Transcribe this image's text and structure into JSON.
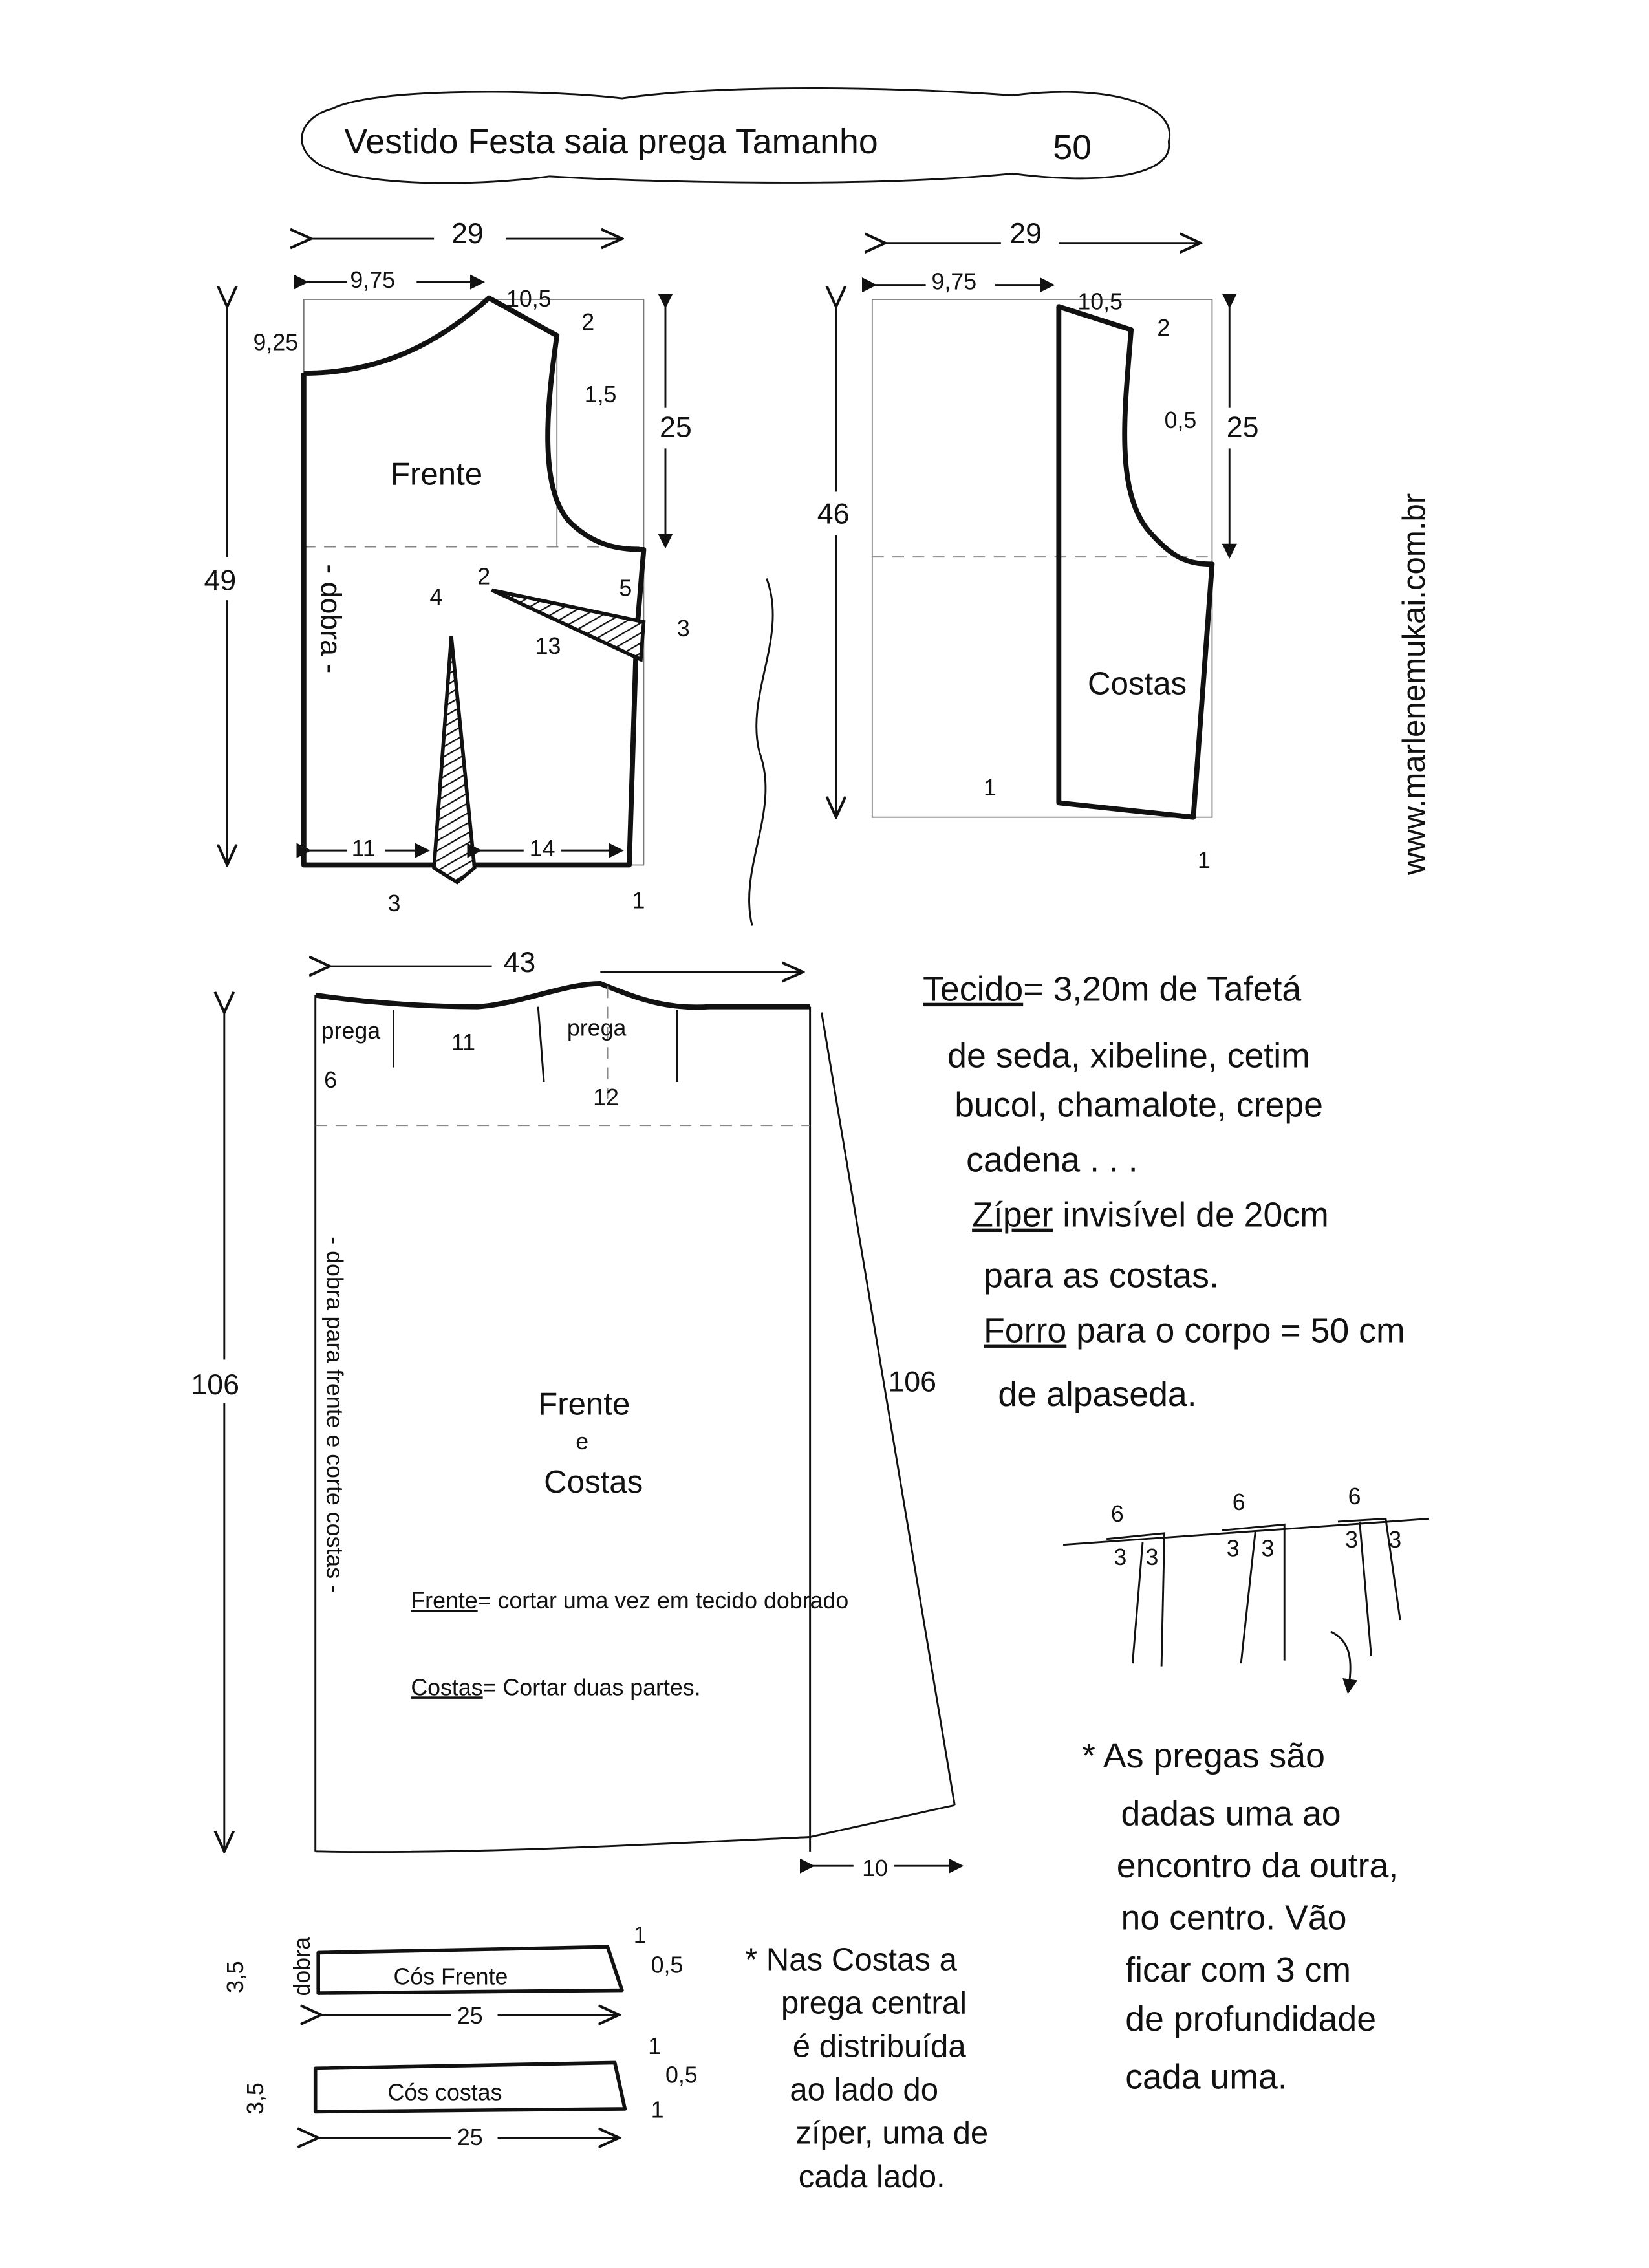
{
  "title": {
    "text": "Vestido Festa saia prega Tamanho",
    "size": "50"
  },
  "website": "www.marlenemukai.com.br",
  "signature": "Marlene Mukai",
  "front_bodice": {
    "label": "Frente",
    "fold": "- dobra -",
    "width": "29",
    "neck_width": "9,75",
    "shoulder": "10,5",
    "shoulder_drop": "2",
    "neck_depth": "9,25",
    "armhole_ease": "1,5",
    "armhole_depth": "25",
    "length": "49",
    "dart_top": "4",
    "side_dart_offset": "2",
    "side_dart_depth": "5",
    "side_dart_length": "13",
    "side_dart_width": "3",
    "waist_left": "11",
    "waist_right": "14",
    "waist_dart_width": "3",
    "hem_drop": "1"
  },
  "back_bodice": {
    "label": "Costas",
    "width": "29",
    "neck_width": "9,75",
    "shoulder": "10,5",
    "shoulder_drop": "2",
    "armhole_ease": "0,5",
    "armhole_depth": "25",
    "length": "46",
    "center_drop": "1",
    "hem_drop": "1"
  },
  "skirt": {
    "label_line1": "Frente",
    "label_line2": "e",
    "label_line3": "Costas",
    "fold": "- dobra para frente e corte costas -",
    "width": "43",
    "length": "106",
    "side_length": "106",
    "hem_flare": "10",
    "pleat_label": "prega",
    "pleat_left": "6",
    "pleat_gap": "11",
    "pleat_center": "12",
    "note_front_label": "Frente",
    "note_front": "= cortar uma vez em tecido dobrado",
    "note_back_label": "Costas",
    "note_back": "= Cortar duas partes."
  },
  "materials": {
    "fabric_label": "Tecido",
    "fabric_text": "= 3,20m de Tafetá",
    "line2": "de seda, xibeline, cetim",
    "line3": "bucol, chamalote, crepe",
    "line4": "cadena . . .",
    "zipper_label": "Zíper",
    "zipper_text": "invisível de 20cm",
    "line6": "para as costas.",
    "lining_label": "Forro",
    "lining_text": "para o corpo = 50 cm",
    "line8": "de alpaseda."
  },
  "pleat_diagram": {
    "width": "6",
    "half": "3"
  },
  "pleat_note": [
    "* As pregas são",
    "dadas uma ao",
    "encontro da outra,",
    "no centro. Vão",
    "ficar com 3 cm",
    "de profundidade",
    "cada uma."
  ],
  "waistbands": {
    "front": {
      "label": "Cós Frente",
      "height": "3,5",
      "fold": "dobra",
      "length": "25",
      "rise": "1",
      "ext": "0,5"
    },
    "back": {
      "label": "Cós costas",
      "height": "3,5",
      "length": "25",
      "rise": "1",
      "ext": "0,5",
      "drop": "1"
    }
  },
  "back_note": [
    "* Nas Costas a",
    "prega central",
    "é distribuída",
    "ao lado do",
    "zíper, uma de",
    "cada lado."
  ]
}
